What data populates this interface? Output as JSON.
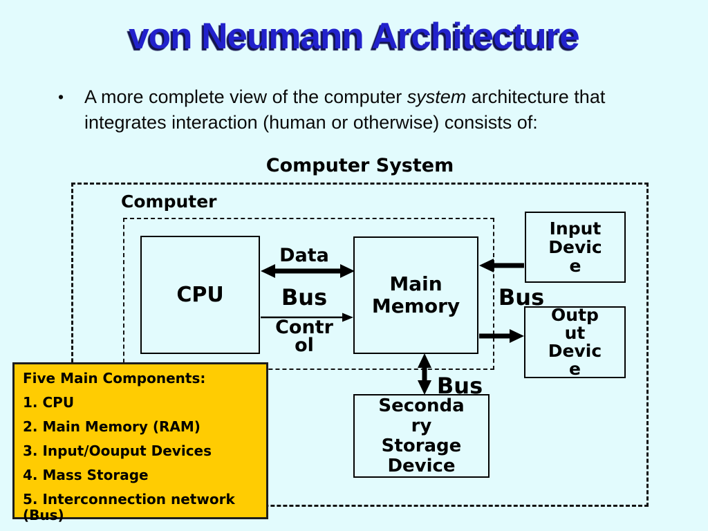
{
  "slide": {
    "title": "von Neumann Architecture",
    "bullet": {
      "marker": "•",
      "text_pre": "A more complete view of the computer ",
      "text_italic": "system",
      "text_post": " architecture that integrates interaction (human or otherwise) consists of:"
    }
  },
  "diagram": {
    "outer_label": "Computer System",
    "inner_label": "Computer",
    "boxes": {
      "cpu": {
        "label": "CPU"
      },
      "main_memory": {
        "lines": [
          "Main",
          "Memory"
        ]
      },
      "input_device": {
        "lines": [
          "Input",
          "Devic",
          "e"
        ]
      },
      "output_device": {
        "lines": [
          "Outp",
          "ut",
          "Devic",
          "e"
        ]
      },
      "secondary_storage": {
        "lines": [
          "Seconda",
          "ry",
          "Storage",
          "Device"
        ]
      }
    },
    "labels": {
      "data": "Data",
      "bus_center": "Bus",
      "control_lines": [
        "Contr",
        "ol"
      ],
      "bus_right": "Bus",
      "bus_bottom": "Bus"
    },
    "arrows": [
      "data-bus-double-arrow",
      "control-bus-arrow",
      "input-to-memory-arrow",
      "memory-to-output-arrow",
      "memory-storage-double-arrow"
    ]
  },
  "panel": {
    "heading": "Five Main Components:",
    "items": [
      "1. CPU",
      "2. Main Memory (RAM)",
      "3. Input/Oouput Devices",
      "4. Mass Storage",
      "5. Interconnection network (Bus)"
    ]
  },
  "colors": {
    "background": "#E2FBFD",
    "title_blue": "#2222CC",
    "title_shadow": "#13134E",
    "panel_yellow": "#FFCC02",
    "line_black": "#000000"
  }
}
